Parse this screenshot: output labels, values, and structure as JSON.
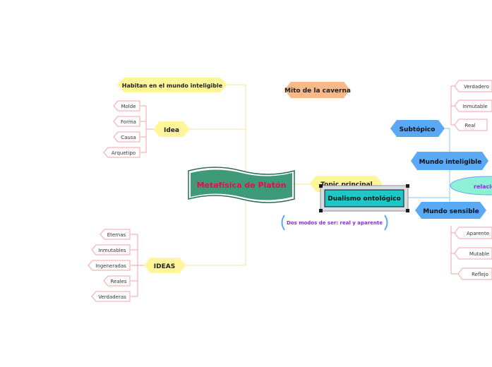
{
  "colors": {
    "yellow_node": "#fff59a",
    "yellow_line": "#f3e59a",
    "blue_node": "#5aa9f4",
    "blue_line": "#8cc4f2",
    "pink_line": "#f3a3ab",
    "orange_node": "#f7b88a",
    "central_fill": "#3f9a7a",
    "central_text": "#e0104f",
    "cyan_fill": "#1ec6c8",
    "mint_fill": "#8ff0d8",
    "purple_text": "#8a2be2"
  },
  "central": {
    "label": "Metafísica de Platón"
  },
  "left": {
    "habitan": "Habitan en el mundo inteligible",
    "idea": {
      "label": "Idea",
      "children": [
        "Molde",
        "Forma",
        "Causa",
        "Arquetipo"
      ]
    },
    "ideas": {
      "label": "IDEAS",
      "children": [
        "Eternas",
        "Inmutables",
        "Ingeneradas",
        "Reales",
        "Verdaderas"
      ]
    }
  },
  "floating": {
    "mito": "Mito de la caverna",
    "topic": "Topic principal",
    "dualismo": "Dualismo ontológico",
    "dos_modos": "Dos modos de ser: real y aparente"
  },
  "right": {
    "subtopico": {
      "label": "Subtópico",
      "children": [
        "Verdadero",
        "Inmutable",
        "Real"
      ]
    },
    "inteligible": "Mundo inteligible",
    "relacion": "relación",
    "sensible": {
      "label": "Mundo sensible",
      "children": [
        "Aparente",
        "Mutable",
        "Reflejo"
      ]
    }
  }
}
